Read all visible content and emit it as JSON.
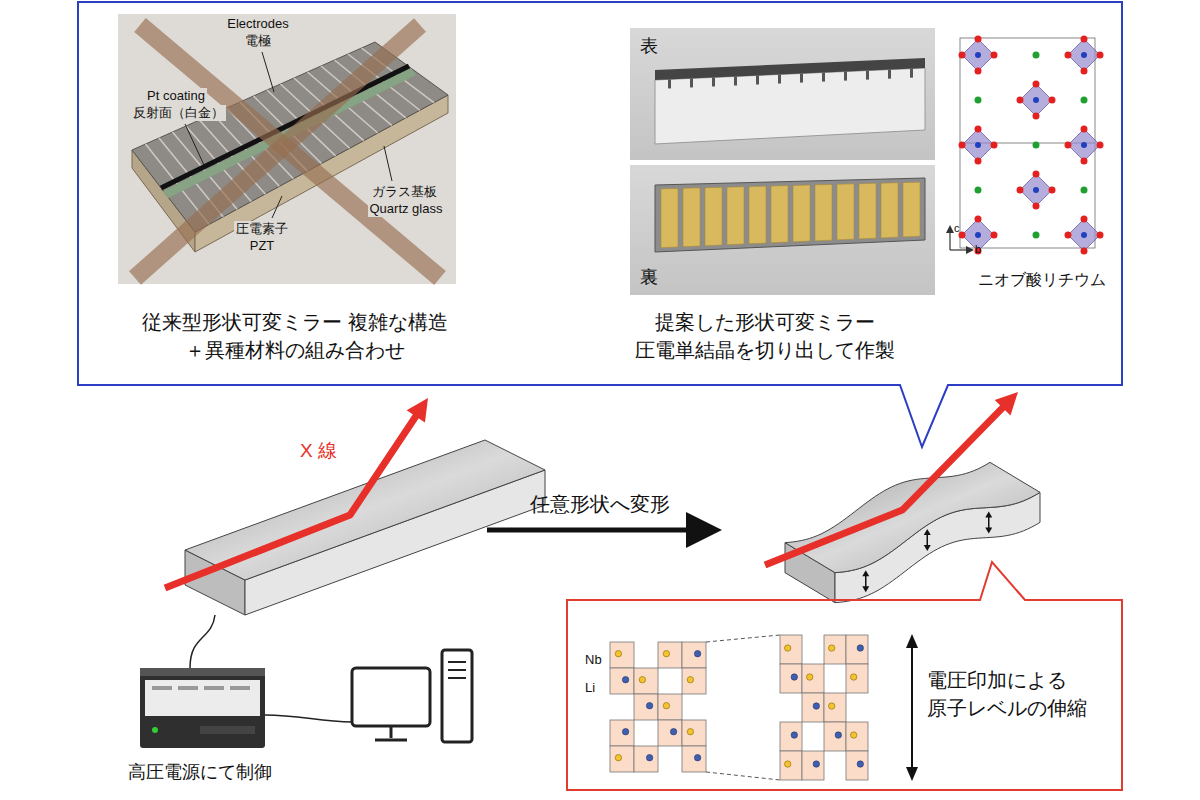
{
  "diagram": {
    "nodes": [
      {
        "text": [
          "従来型形状可変ミラー 複雑な構造＋異種材料の組み合わせ",
          "提案した形状可変ミラー 圧電単結晶を切り出して作製"
        ]
      },
      {
        "text": [
          "表"
        ],
        "in": 0
      },
      {
        "text": [
          "裏"
        ],
        "in": 0
      },
      {
        "text": [
          "高圧電源にて制御"
        ]
      },
      {
        "text": [
          "電圧印加による 原子レベルの伸縮"
        ]
      }
    ],
    "labels": [
      "Electrodes",
      "電極",
      "Pt coating",
      "反射面（白金）",
      "ガラス基板",
      "Quartz glass",
      "圧電素子",
      "PZT",
      "c",
      "b",
      "ニオブ酸リチウム",
      "X 線",
      "任意形状へ変形",
      "Nb",
      "Li"
    ]
  }
}
